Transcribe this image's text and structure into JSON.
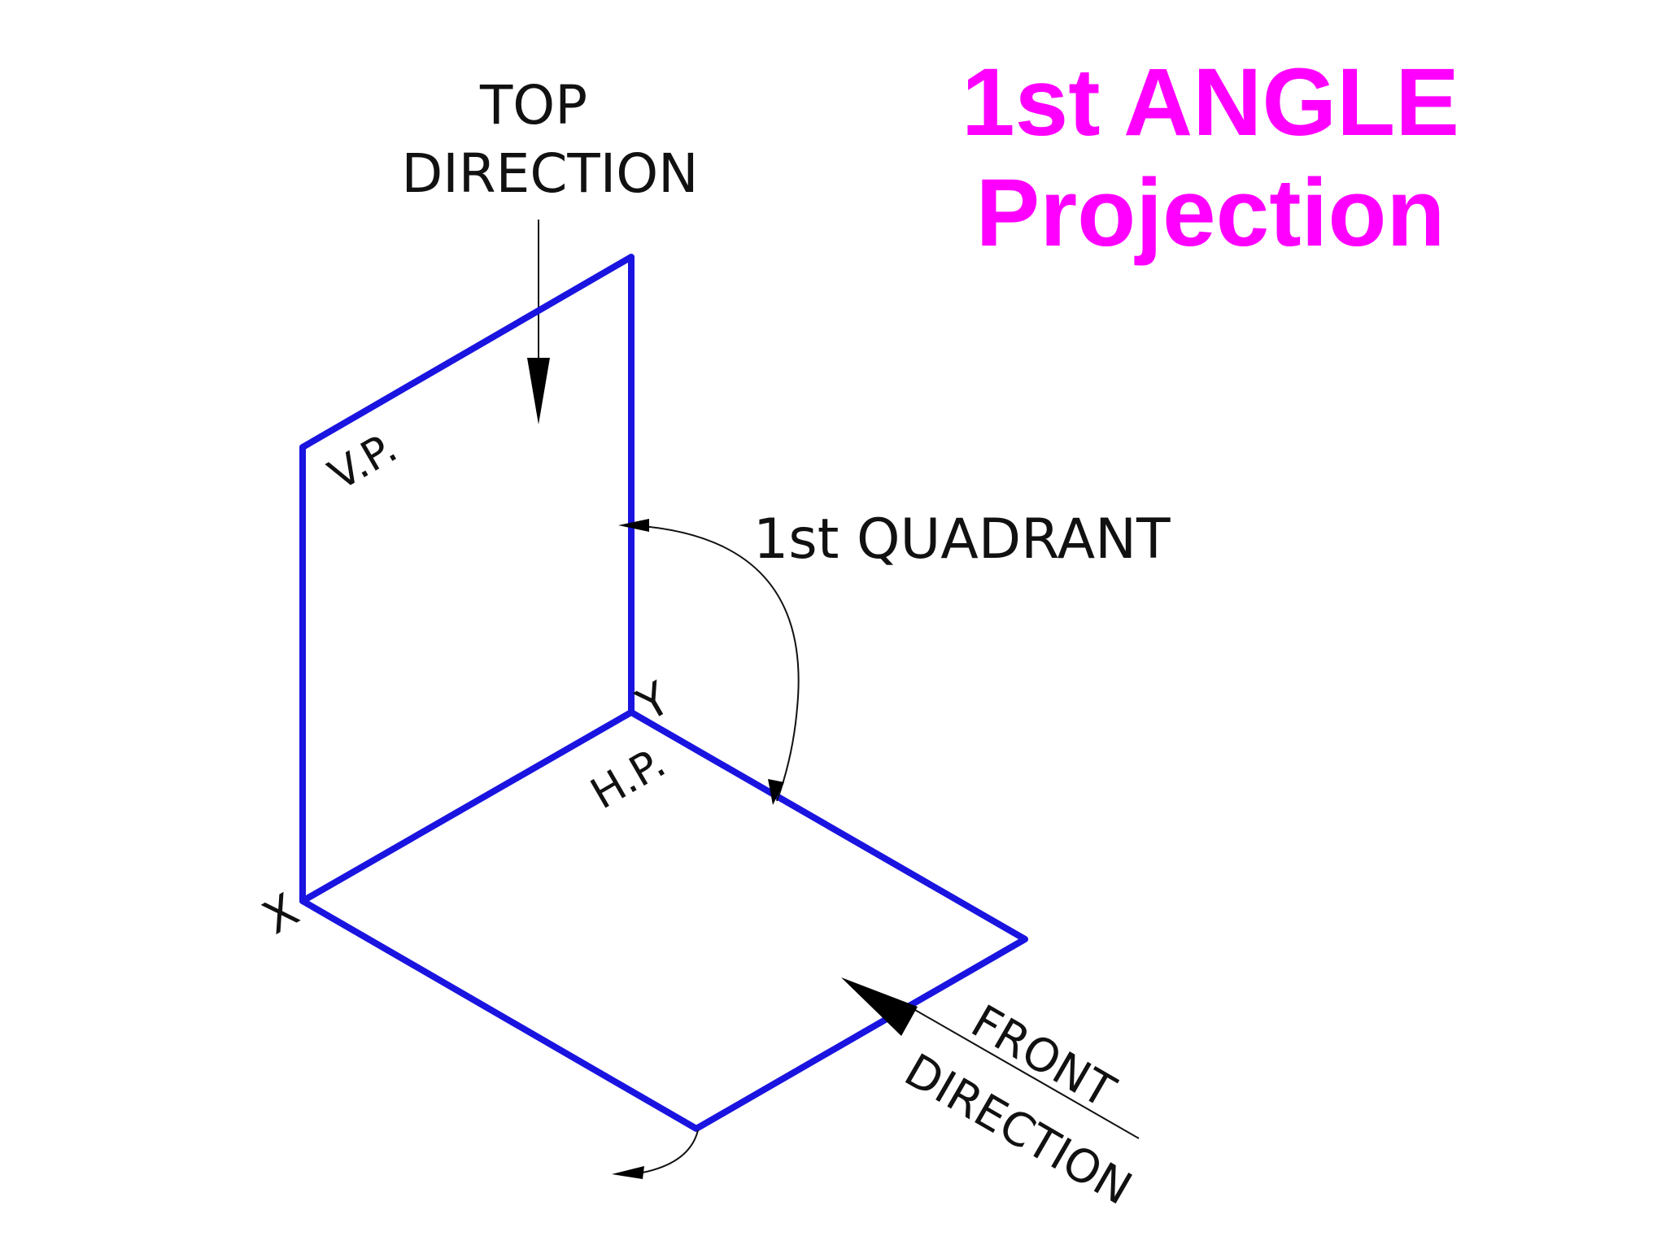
{
  "title": {
    "line1": "1st ANGLE",
    "line2": "Projection",
    "color": "#ff00ff"
  },
  "labels": {
    "top_direction_line1": "TOP",
    "top_direction_line2": "DIRECTION",
    "quadrant": "1st QUADRANT",
    "vertical_plane": "V.P.",
    "horizontal_plane": "H.P.",
    "x_point": "X",
    "y_point": "Y",
    "front_direction_line1": "FRONT",
    "front_direction_line2": "DIRECTION"
  },
  "colors": {
    "plane_edges": "#1a14e0",
    "text": "#111111"
  }
}
